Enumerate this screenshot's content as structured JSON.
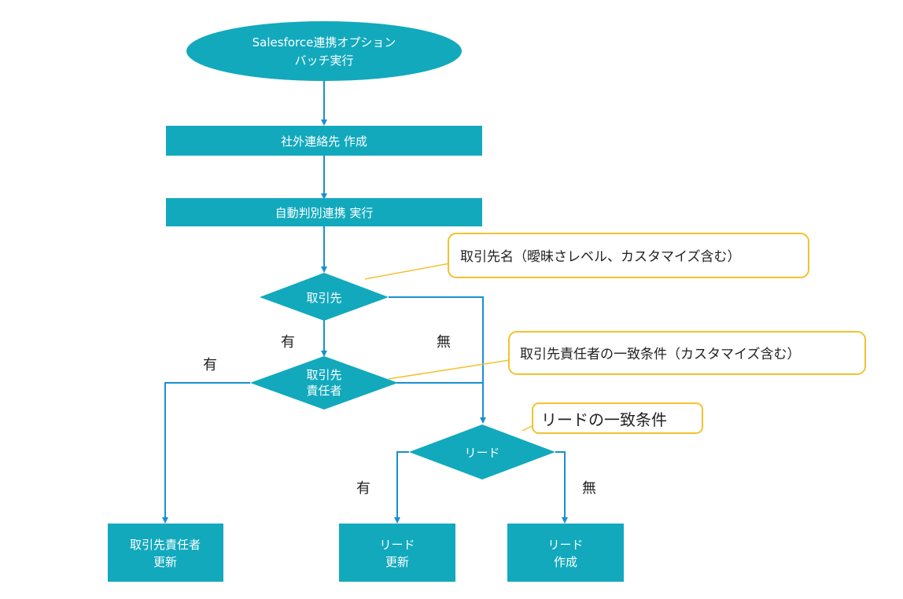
{
  "colors": {
    "node": "#12a9bd",
    "arrow": "#1a8fd0",
    "callout_border": "#f2c230",
    "text_light": "#ffffff",
    "text_dark": "#222222"
  },
  "nodes": {
    "start": {
      "lines": [
        "Salesforce連携オプション",
        "バッチ実行"
      ]
    },
    "create_contact": {
      "lines": [
        "社外連絡先 作成"
      ]
    },
    "auto_link": {
      "lines": [
        "自動判別連携 実行"
      ]
    },
    "decision_account": {
      "lines": [
        "取引先"
      ]
    },
    "decision_contact": {
      "lines": [
        "取引先",
        "責任者"
      ]
    },
    "decision_lead": {
      "lines": [
        "リード"
      ]
    },
    "update_contact": {
      "lines": [
        "取引先責任者",
        "更新"
      ]
    },
    "update_lead": {
      "lines": [
        "リード",
        "更新"
      ]
    },
    "create_lead": {
      "lines": [
        "リード",
        "作成"
      ]
    }
  },
  "branches": {
    "account_yes": "有",
    "account_no": "無",
    "contact_yes": "有",
    "lead_yes": "有",
    "lead_no": "無"
  },
  "callouts": {
    "account_name": "取引先名（曖昧さレベル、カスタマイズ含む）",
    "contact_match": "取引先責任者の一致条件（カスタマイズ含む）",
    "lead_match": "リードの一致条件"
  }
}
